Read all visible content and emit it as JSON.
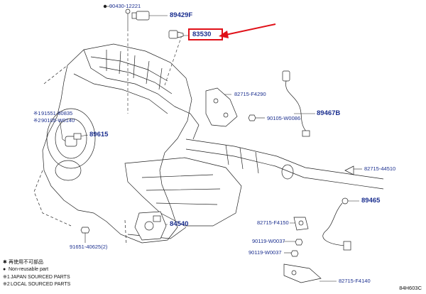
{
  "labels": {
    "p90430": "90430-12221",
    "p89429F": "89429F",
    "p83530": "83530",
    "p82715_F4290": "82715-F4290",
    "p89467B": "89467B",
    "p90105_W0086": "90105-W0086",
    "p91551": "91551-80835",
    "p90105_W0140": "90105-W0140",
    "p89615": "89615",
    "p82715_44510": "82715-44510",
    "p89465": "89465",
    "p82715_F4150": "82715-F4150",
    "p84540": "84540",
    "p90119_W0037a": "90119-W0037",
    "p90119_W0037b": "90119-W0037",
    "p91651": "91651-40625(2)",
    "p82715_F4140": "82715-F4140",
    "note1": "※1",
    "note2": "※2"
  },
  "legend": {
    "star_mark": "✱",
    "star_text": "再使用不可部品",
    "dot_mark": "●",
    "dot_text": "Non-reusable part",
    "n1_mark": "※1",
    "n1_text": "JAPAN SOURCED PARTS",
    "n2_mark": "※2",
    "n2_text": "LOCAL SOURCED PARTS"
  },
  "drawing_code": "84H603C",
  "colors": {
    "label": "#1b2f8f",
    "highlight": "#e01018",
    "arrow": "#e01018",
    "line": "#111111"
  }
}
